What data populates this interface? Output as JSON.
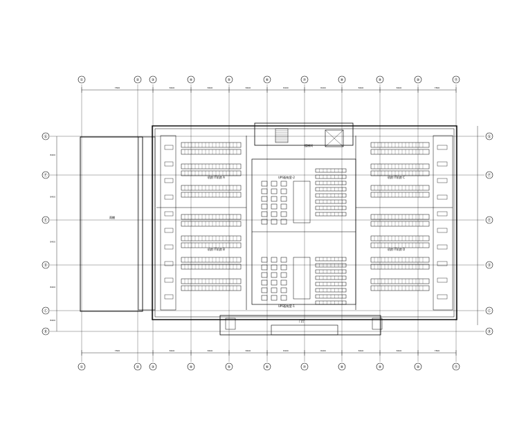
{
  "drawing": {
    "column_axes": [
      "①",
      "②",
      "③",
      "④",
      "⑤",
      "⑥",
      "⑦",
      "⑧",
      "⑨",
      "⑩",
      "⑪"
    ],
    "row_axes": [
      "Ⓖ",
      "Ⓕ",
      "Ⓔ",
      "Ⓓ",
      "Ⓒ",
      "Ⓑ",
      "Ⓐ"
    ],
    "dimensions_top": [
      "7800",
      "8400",
      "8400",
      "8400",
      "8400",
      "8400",
      "8400",
      "8400",
      "7800"
    ],
    "dimensions_bottom": [
      "7800",
      "8400",
      "8400",
      "8400",
      "8400",
      "8400",
      "8400",
      "8400",
      "7800"
    ],
    "dimensions_left": [
      "8400",
      "8400",
      "8400",
      "8400",
      "8400"
    ],
    "room_labels": {
      "data_hall_left_top": "机房 IT机房 A",
      "data_hall_left_bottom": "机房 IT机房 B",
      "data_hall_right_top": "机房 IT机房 C",
      "data_hall_right_bottom": "机房 IT机房 D",
      "power_room_top": "UPS配电室-2",
      "power_room_bottom": "UPS配电室-1",
      "canopy": "雨棚",
      "core_top": "楼梯间",
      "core_bottom": "门厅"
    }
  },
  "colors": {
    "line": "#000000",
    "bg": "#ffffff"
  }
}
